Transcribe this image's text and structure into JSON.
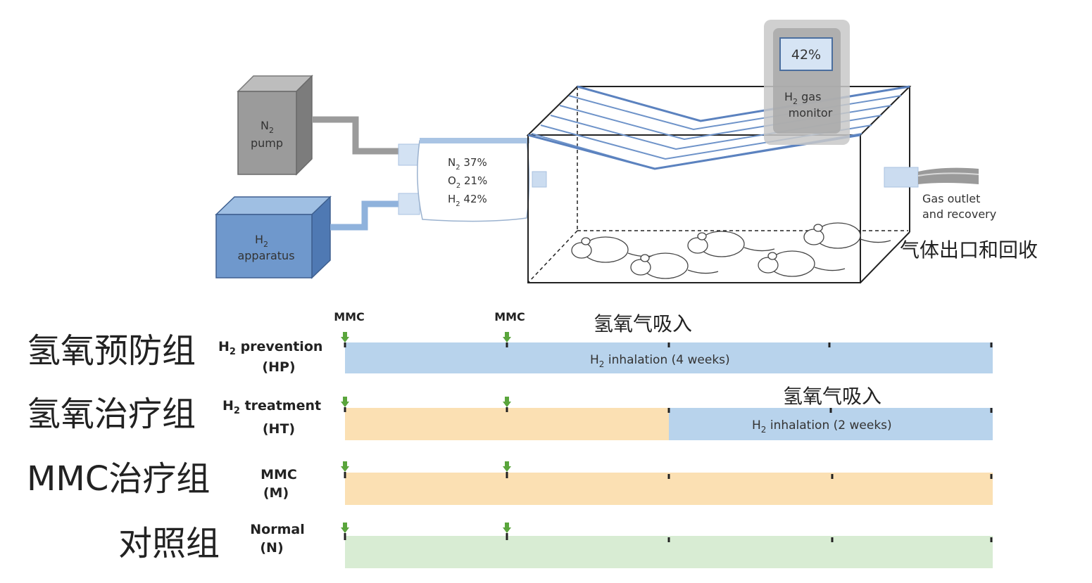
{
  "apparatus": {
    "n2_pump": {
      "line1": "N",
      "line1_sub": "2",
      "line2": "pump"
    },
    "h2_apparatus": {
      "line1": "H",
      "line1_sub": "2",
      "line2": "apparatus"
    },
    "mixer": {
      "n2": {
        "el": "N",
        "sub": "2",
        "pct": " 37%"
      },
      "o2": {
        "el": "O",
        "sub": "2",
        "pct": " 21%"
      },
      "h2": {
        "el": "H",
        "sub": "2",
        "pct": " 42%"
      }
    },
    "monitor": {
      "reading": "42%",
      "line1_el": "H",
      "line1_sub": "2",
      "line1_rest": " gas",
      "line2": "monitor"
    },
    "outlet": {
      "line1": "Gas outlet",
      "line2": "and recovery",
      "cn": "气体出口和回收"
    }
  },
  "timeline": {
    "top_markers": [
      "MMC",
      "MMC"
    ],
    "groups": [
      {
        "cn": "氢氧预防组",
        "en_el": "H",
        "en_sub": "2",
        "en_rest": " prevention",
        "en_abbr": "(HP)",
        "bar_text_el": "H",
        "bar_text_sub": "2",
        "bar_text_rest": " inhalation (4 weeks)",
        "cn_annotation": "氢氧气吸入"
      },
      {
        "cn": "氢氧治疗组",
        "en_el": "H",
        "en_sub": "2",
        "en_rest": " treatment",
        "en_abbr": "(HT)",
        "bar_text_el": "H",
        "bar_text_sub": "2",
        "bar_text_rest": " inhalation (2 weeks)",
        "cn_annotation": "氢氧气吸入"
      },
      {
        "cn": "MMC治疗组",
        "en_line1": "MMC",
        "en_abbr": "(M)"
      },
      {
        "cn": "对照组",
        "en_line1": "Normal",
        "en_abbr": "(N)"
      }
    ]
  },
  "colors": {
    "h2_blue": "#b8d3ec",
    "h2_blue_dark": "#6e93c9",
    "mmc_orange": "#fbe0b3",
    "normal_green": "#d8ecd3",
    "arrow_green": "#5aa53c",
    "pump_gray": "#9b9b9b"
  }
}
